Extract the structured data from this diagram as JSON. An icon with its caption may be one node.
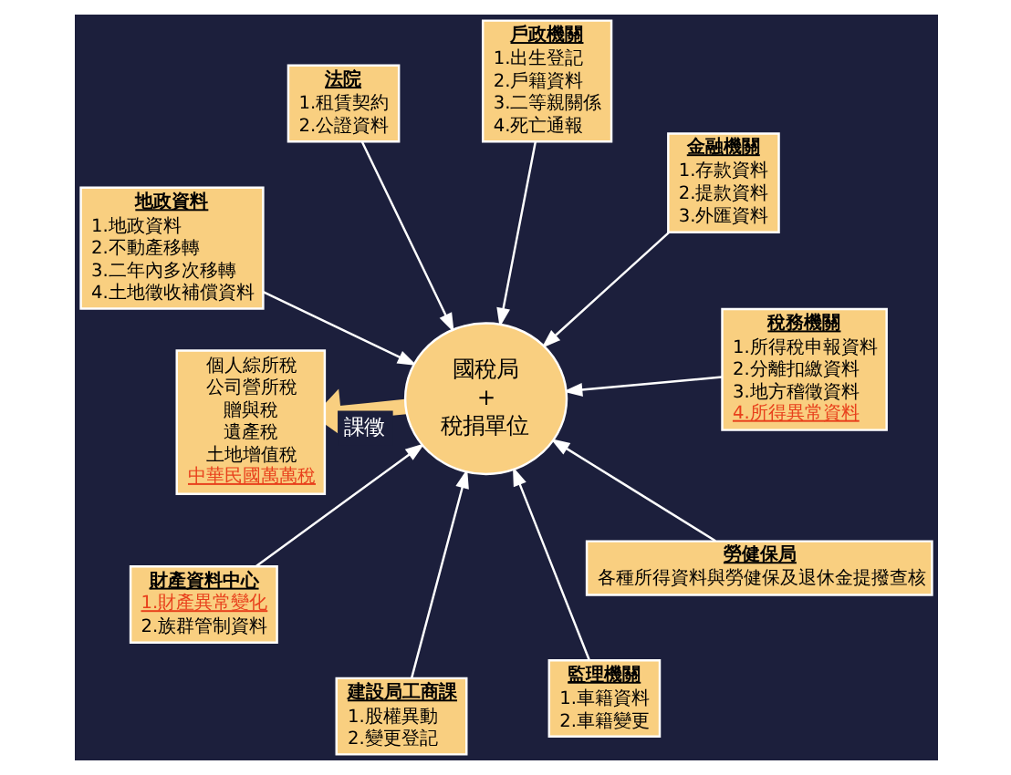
{
  "diagram": {
    "nodes": [
      {
        "text": [
          "地政資料",
          "1.地政資料",
          "2.不動產移轉",
          "3.二年內多次移轉",
          "4.土地徵收補償資料"
        ]
      },
      {
        "text": [
          "金融機關",
          "1.存款資料",
          "2.提款資料",
          "3.外匯資料"
        ]
      },
      {
        "text": [
          "建設局工商課",
          "1.股權異動",
          "2.變更登記"
        ]
      },
      {
        "text": [
          "戶政機關",
          "1.出生登記",
          "2.戶籍資料",
          "3.二等親關係",
          "4.死亡通報"
        ]
      },
      {
        "text": [
          "國稅局",
          "+",
          "稅捐單位"
        ]
      },
      {
        "text": [
          "法院",
          "1.租賃契約",
          "2.公證資料"
        ]
      },
      {
        "text": [
          "財產資料中心",
          "1.財產異常變化",
          "2.族群管制資料"
        ]
      },
      {
        "text": [
          "稅務機關",
          "1.所得稅申報資料",
          "2.分離扣繳資料",
          "3.地方稽徵資料",
          "4.所得異常資料"
        ]
      },
      {
        "text": [
          "個人綜所稅",
          "公司營所稅",
          "贈與稅",
          "遺產稅",
          "土地增值稅",
          "中華民國萬萬稅"
        ]
      },
      {
        "text": [
          "勞健保局",
          "各種所得資料與勞健保及退休金提撥查核"
        ]
      },
      {
        "text": [
          "監理機關",
          "1.車籍資料",
          "2.車籍變更"
        ]
      }
    ],
    "edges": [
      {
        "from": 0,
        "to": 4,
        "arrow": "to"
      },
      {
        "from": 1,
        "to": 4,
        "arrow": "to"
      },
      {
        "from": 2,
        "to": 4,
        "arrow": "to"
      },
      {
        "from": 3,
        "to": 4,
        "arrow": "to"
      },
      {
        "from": 5,
        "to": 4,
        "arrow": "to"
      },
      {
        "from": 6,
        "to": 4,
        "arrow": "to"
      },
      {
        "from": 7,
        "to": 4,
        "arrow": "to"
      },
      {
        "from": 9,
        "to": 4,
        "arrow": "to"
      },
      {
        "from": 10,
        "to": 4,
        "arrow": "to"
      },
      {
        "from": 4,
        "to": 8,
        "arrow": "to",
        "label": "課徵",
        "style": "thick",
        "color": "#f9cf80"
      }
    ]
  }
}
